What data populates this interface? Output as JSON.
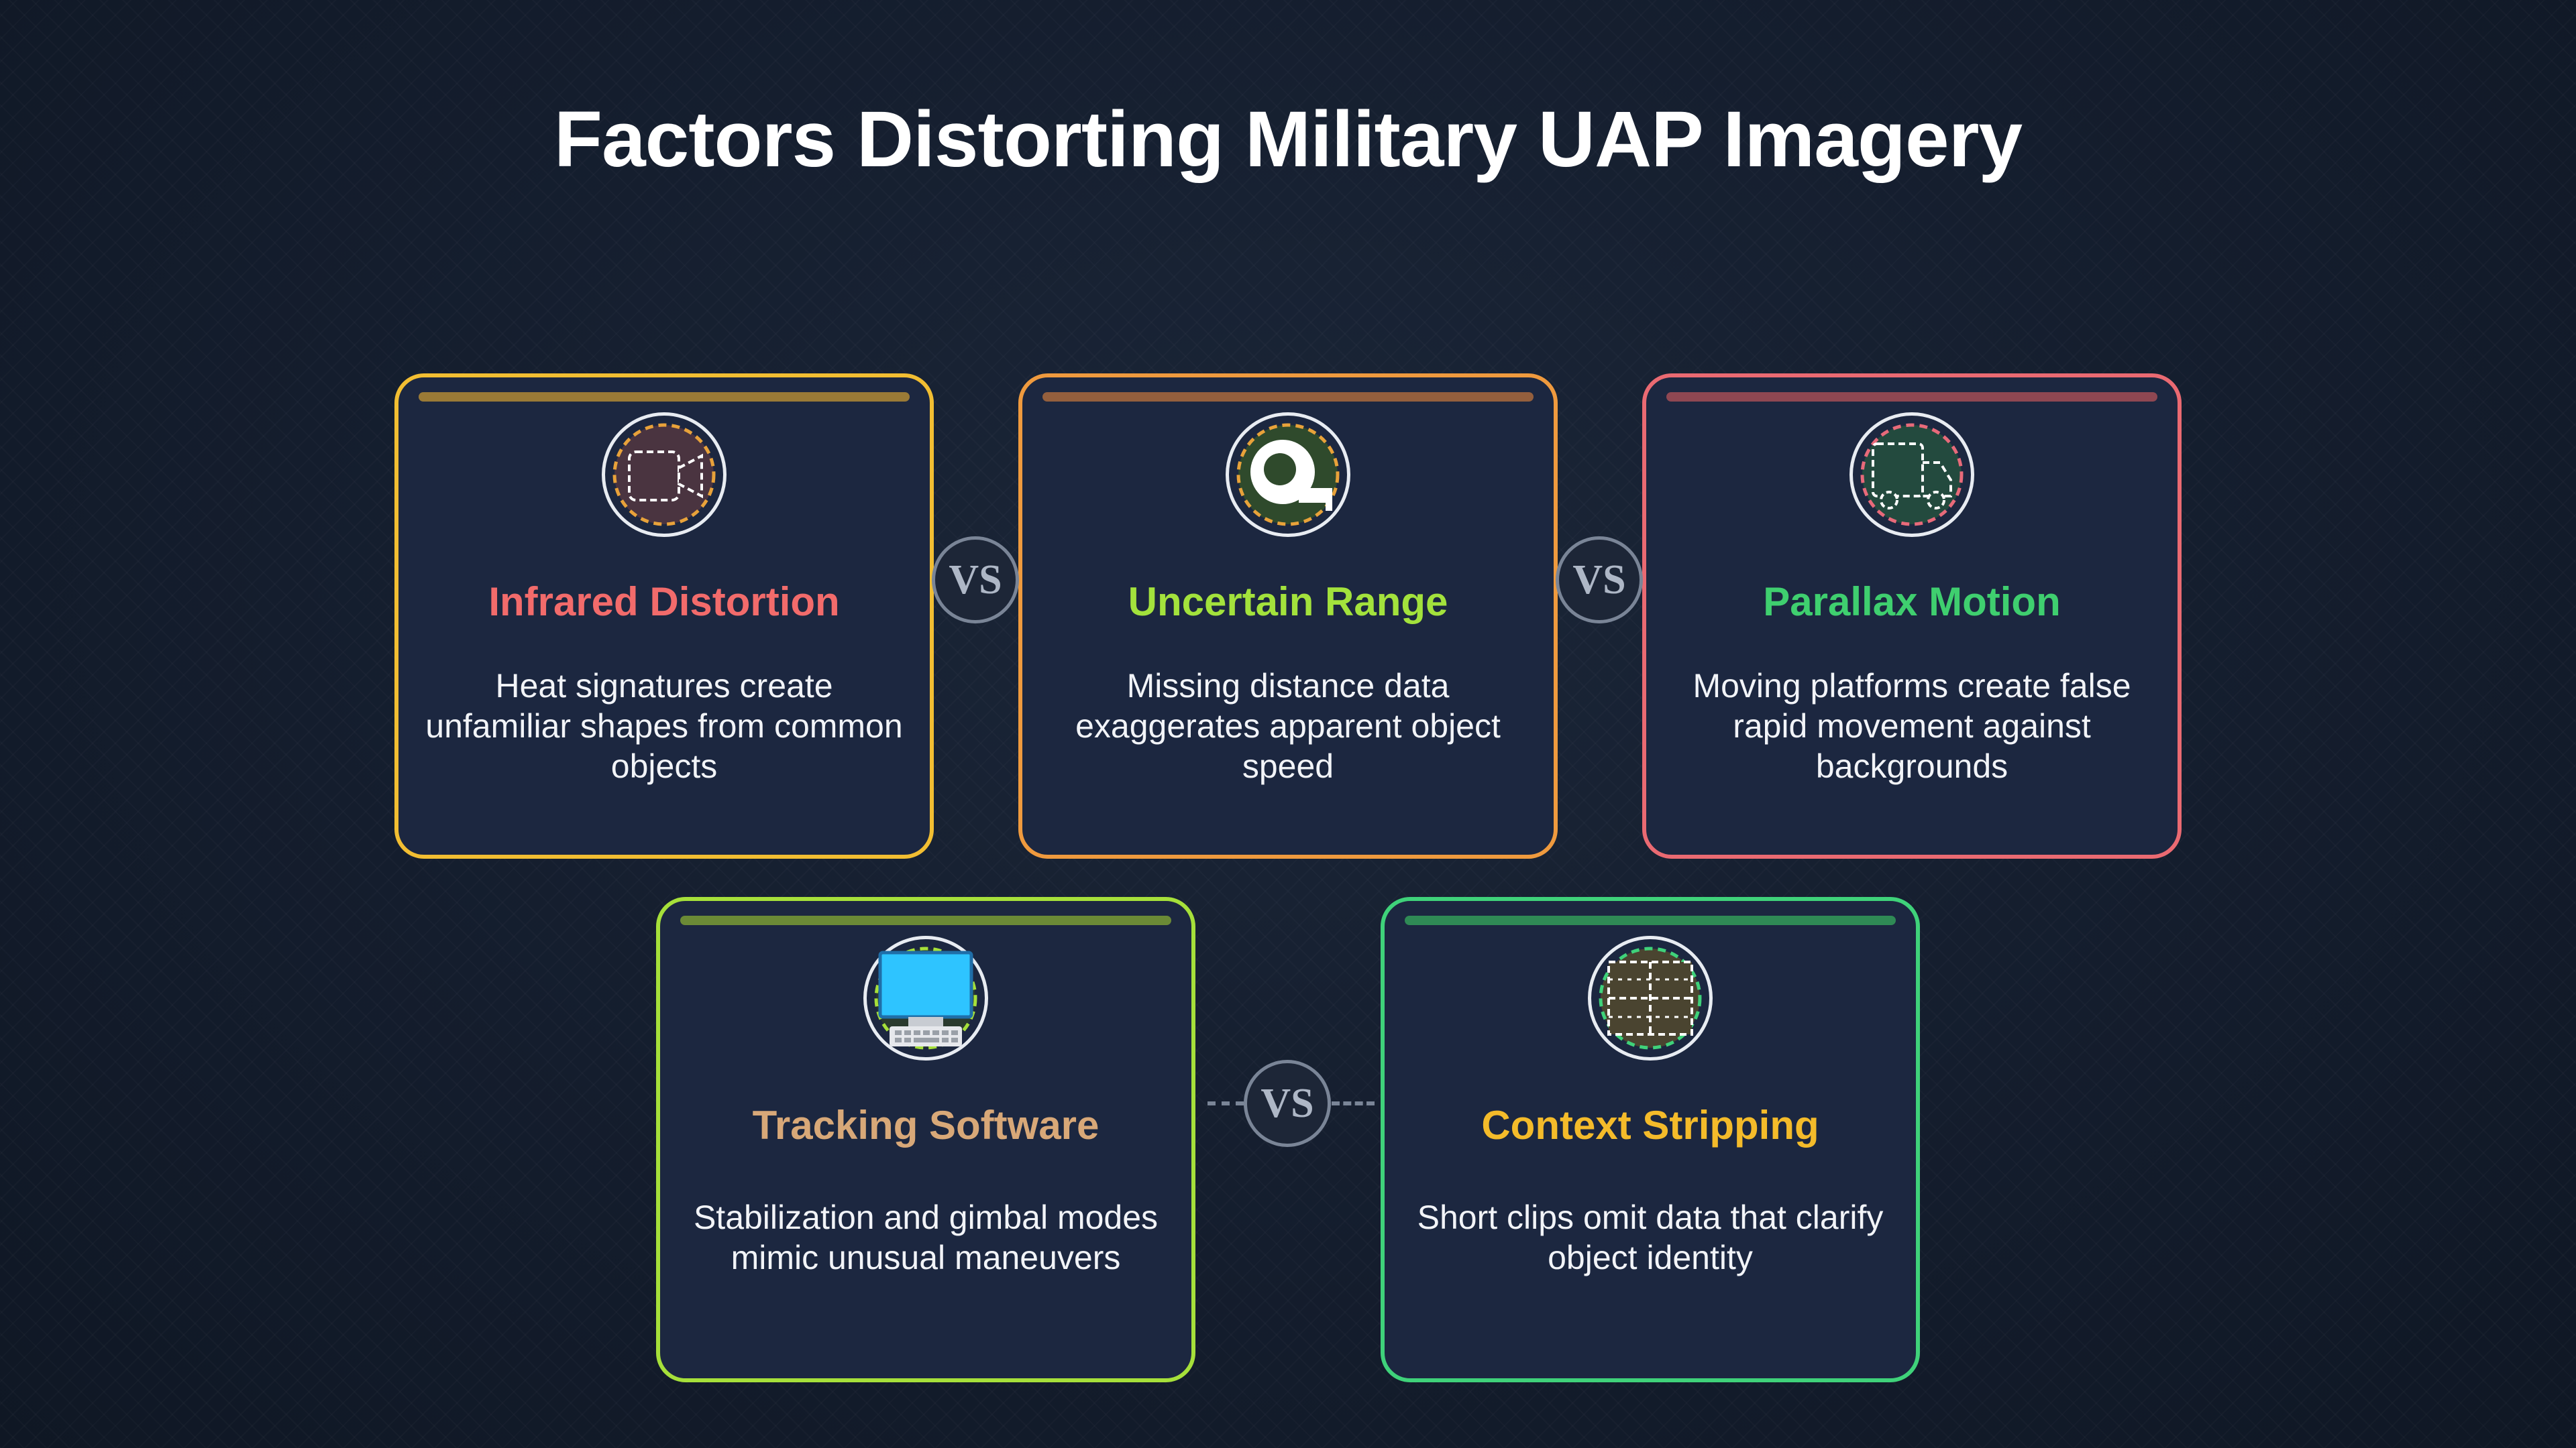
{
  "title": "Factors Distorting Military UAP Imagery",
  "vs_label": "VS",
  "cards": [
    {
      "title": "Infrared Distortion",
      "desc": "Heat signatures create unfamiliar shapes from common objects",
      "border_color": "#f2be32",
      "bar_color": "#9a7a36",
      "title_color": "#f26b6b",
      "icon": "video-camera-icon"
    },
    {
      "title": "Uncertain Range",
      "desc": "Missing distance data exaggerates apparent object speed",
      "border_color": "#ef9a3e",
      "bar_color": "#945f3d",
      "title_color": "#a3e23c",
      "icon": "tape-measure-icon"
    },
    {
      "title": "Parallax Motion",
      "desc": "Moving platforms create false rapid movement against backgrounds",
      "border_color": "#ea6a72",
      "bar_color": "#8f4752",
      "title_color": "#3fcf6f",
      "icon": "truck-icon"
    },
    {
      "title": "Tracking Software",
      "desc": "Stabilization and gimbal modes mimic unusual maneuvers",
      "border_color": "#a6e03a",
      "bar_color": "#6b8a36",
      "title_color": "#d8a878",
      "icon": "computer-icon"
    },
    {
      "title": "Context Stripping",
      "desc": "Short clips omit data that clarify object identity",
      "border_color": "#3fd27a",
      "bar_color": "#2f8a55",
      "title_color": "#f4bb2a",
      "icon": "film-frame-icon"
    }
  ]
}
